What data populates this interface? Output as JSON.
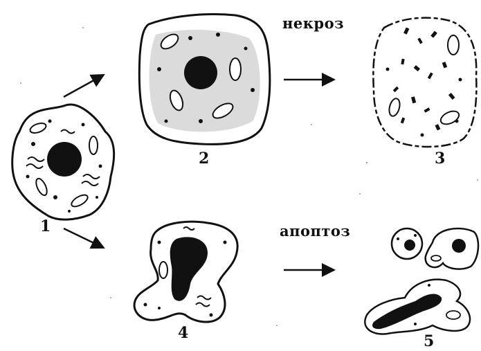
{
  "labels": {
    "cell_normal": "1",
    "cell_swollen": "2",
    "cell_lysed": "3",
    "cell_condensed": "4",
    "apoptotic_bodies": "5",
    "necrosis": "некроз",
    "apoptosis": "апоптоз"
  },
  "colors": {
    "ink": "#111111",
    "paper": "#ffffff",
    "stipple": "#555555"
  }
}
